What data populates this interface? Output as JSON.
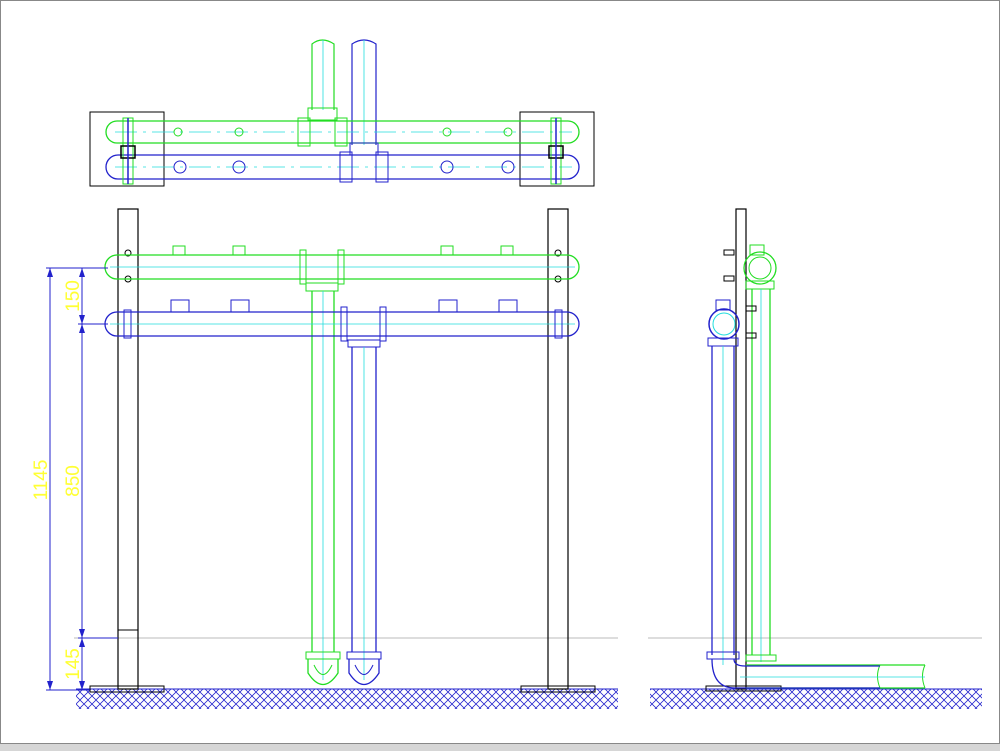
{
  "colors": {
    "background": "#ffffff",
    "frame": "#000000",
    "blue_pipe": "#2222cc",
    "green_pipe": "#22dd22",
    "center_line": "#22dddd",
    "dimension_text": "#ffff33",
    "dimension_line": "#2222cc",
    "hatch": "#2222cc",
    "ground_line": "#bbbbbb"
  },
  "dimensions": {
    "total": "1145",
    "upper_spacing": "150",
    "middle_spacing": "850",
    "lower_spacing": "145"
  }
}
